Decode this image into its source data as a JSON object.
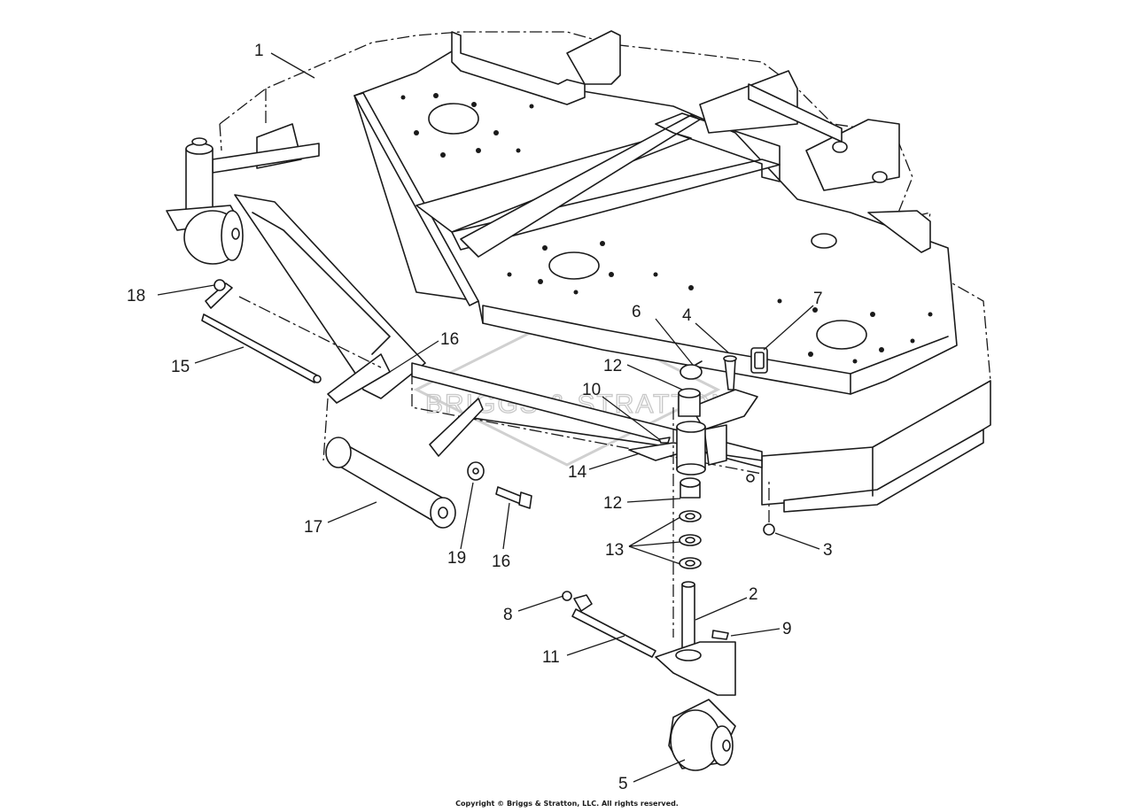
{
  "diagram": {
    "watermark": "BRIGGS & STRATTON",
    "callouts": [
      {
        "id": "c1",
        "label": "1"
      },
      {
        "id": "c2",
        "label": "2"
      },
      {
        "id": "c3",
        "label": "3"
      },
      {
        "id": "c4",
        "label": "4"
      },
      {
        "id": "c5",
        "label": "5"
      },
      {
        "id": "c6",
        "label": "6"
      },
      {
        "id": "c7",
        "label": "7"
      },
      {
        "id": "c8",
        "label": "8"
      },
      {
        "id": "c9",
        "label": "9"
      },
      {
        "id": "c10",
        "label": "10"
      },
      {
        "id": "c11",
        "label": "11"
      },
      {
        "id": "c12a",
        "label": "12"
      },
      {
        "id": "c12b",
        "label": "12"
      },
      {
        "id": "c13",
        "label": "13"
      },
      {
        "id": "c14",
        "label": "14"
      },
      {
        "id": "c15",
        "label": "15"
      },
      {
        "id": "c16a",
        "label": "16"
      },
      {
        "id": "c16b",
        "label": "16"
      },
      {
        "id": "c17",
        "label": "17"
      },
      {
        "id": "c18",
        "label": "18"
      },
      {
        "id": "c19",
        "label": "19"
      }
    ]
  },
  "footer": {
    "copyright": "Copyright © Briggs & Stratton, LLC. All rights reserved."
  }
}
